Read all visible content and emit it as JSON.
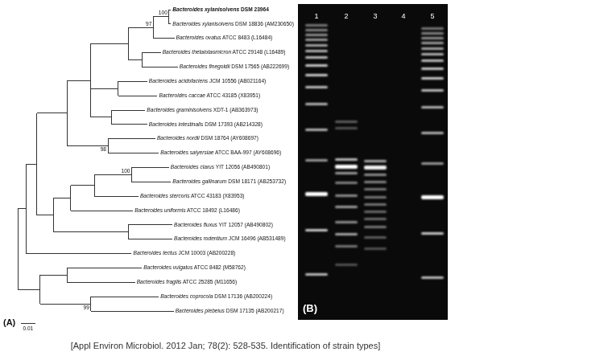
{
  "diagram": {
    "caption": "[Appl Environ Microbiol. 2012 Jan; 78(2): 528-535. Identification of strain types]",
    "nodes": [
      {
        "text": [
          "1",
          "2",
          "3",
          "4",
          "5",
          "(B)"
        ]
      }
    ],
    "labels": [
      "Bacteroides xylanisolvens DSM 23964",
      "Bacteroides xylanisolvens DSM 18836 (AM230650)",
      "Bacteroides ovatus ATCC 8483 (L16484)",
      "Bacteroides thetaiotaomicron ATCC 29148 (L16489)",
      "Bacteroides finegoldii DSM 17565 (AB222699)",
      "Bacteroides acidofaciens JCM 10556 (AB021164)",
      "Bacteroides caccae ATCC 43185 (X83951)",
      "Bacteroides graminisolvens XDT-1 (AB363973)",
      "Bacteroides intestinalis DSM 17393 (AB214328)",
      "Bacteroides nordii DSM 18764 (AY608697)",
      "Bacteroides salyersiae ATCC BAA-997 (AY608696)",
      "Bacteroides clarus YIT 12056 (AB490801)",
      "Bacteroides gallinarum DSM 18171 (AB253732)",
      "Bacteroides stercoris ATCC 43183 (X83953)",
      "Bacteroides uniformis ATCC 18492 (L16486)",
      "Bacteroides fluxus YIT 12057 (AB490802)",
      "Bacteroides rodentium JCM 16496 (AB531489)",
      "Bacteroides tectus JCM 10003 (AB200228)",
      "Bacteroides vulgatus ATCC 8482 (M58762)",
      "Bacteroides fragilis ATCC 25285 (M11656)",
      "Bacteroides coprocola DSM 17136 (AB200224)",
      "Bacteroides plebeius DSM 17135 (AB200217)",
      "100",
      "97",
      "98",
      "100",
      "99",
      "(A)",
      "0.01"
    ]
  }
}
